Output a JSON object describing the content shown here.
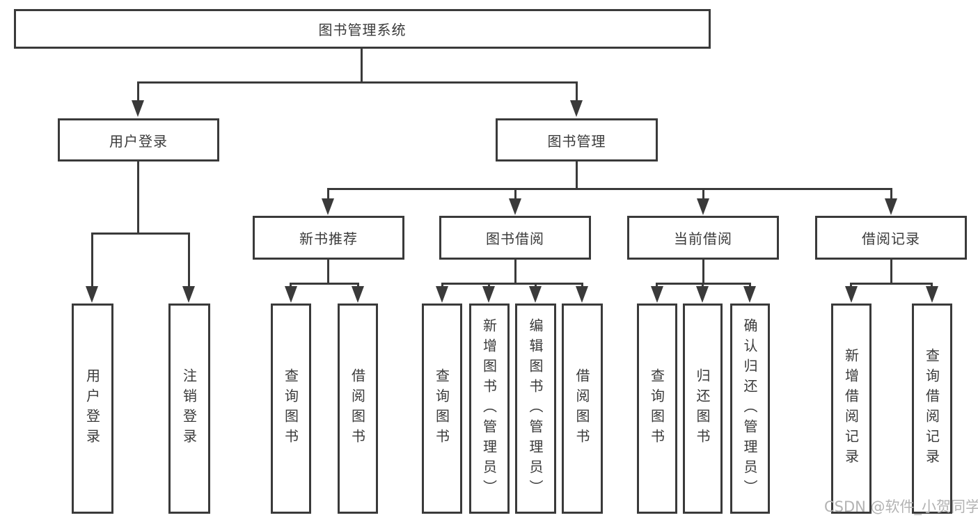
{
  "tree": {
    "root": {
      "label": "图书管理系统",
      "children": [
        {
          "label": "用户登录",
          "children": [
            {
              "label": "用户登录"
            },
            {
              "label": "注销登录"
            }
          ]
        },
        {
          "label": "图书管理",
          "children": [
            {
              "label": "新书推荐",
              "children": [
                {
                  "label": "查询图书"
                },
                {
                  "label": "借阅图书"
                }
              ]
            },
            {
              "label": "图书借阅",
              "children": [
                {
                  "label": "查询图书"
                },
                {
                  "label": "新增图书（管理员）"
                },
                {
                  "label": "编辑图书（管理员）"
                },
                {
                  "label": "借阅图书"
                }
              ]
            },
            {
              "label": "当前借阅",
              "children": [
                {
                  "label": "查询图书"
                },
                {
                  "label": "归还图书"
                },
                {
                  "label": "确认归还（管理员）"
                }
              ]
            },
            {
              "label": "借阅记录",
              "children": [
                {
                  "label": "新增借阅记录"
                },
                {
                  "label": "查询借阅记录"
                }
              ]
            }
          ]
        }
      ]
    }
  },
  "watermark": {
    "text": "CSDN @软件_小贺同学"
  },
  "colors": {
    "line": "#3a3a3a",
    "text": "#3a3a3a",
    "box_background": "#ffffff",
    "watermark": "#b3b3b3"
  }
}
